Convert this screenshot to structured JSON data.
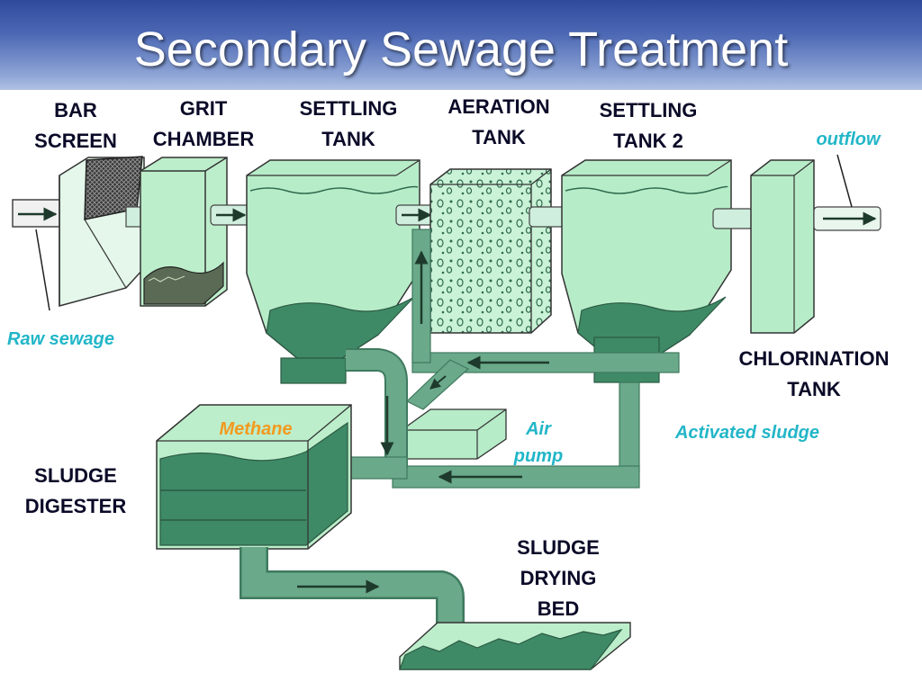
{
  "title": "Secondary Sewage Treatment",
  "labels": {
    "bar_screen": "BAR\nSCREEN",
    "grit_chamber": "GRIT\nCHAMBER",
    "settling_tank": "SETTLING\nTANK",
    "aeration_tank": "AERATION\nTANK",
    "settling_tank_2": "SETTLING\nTANK 2",
    "outflow": "outflow",
    "raw_sewage": "Raw sewage",
    "chlorination_tank": "CHLORINATION\nTANK",
    "methane": "Methane",
    "air_pump": "Air\npump",
    "activated_sludge": "Activated sludge",
    "sludge_digester": "SLUDGE\nDIGESTER",
    "sludge_drying_bed": "SLUDGE\nDRYING\nBED"
  },
  "colors": {
    "water": "#b7ecc8",
    "water_dark": "#8ed4a8",
    "sludge": "#3f8a66",
    "pipe": "#6aa98a",
    "pipe_dark": "#3f7a5f",
    "label_cyan": "#22b6c8",
    "label_orange": "#f29a1f",
    "label_dark": "#0a0a28"
  }
}
